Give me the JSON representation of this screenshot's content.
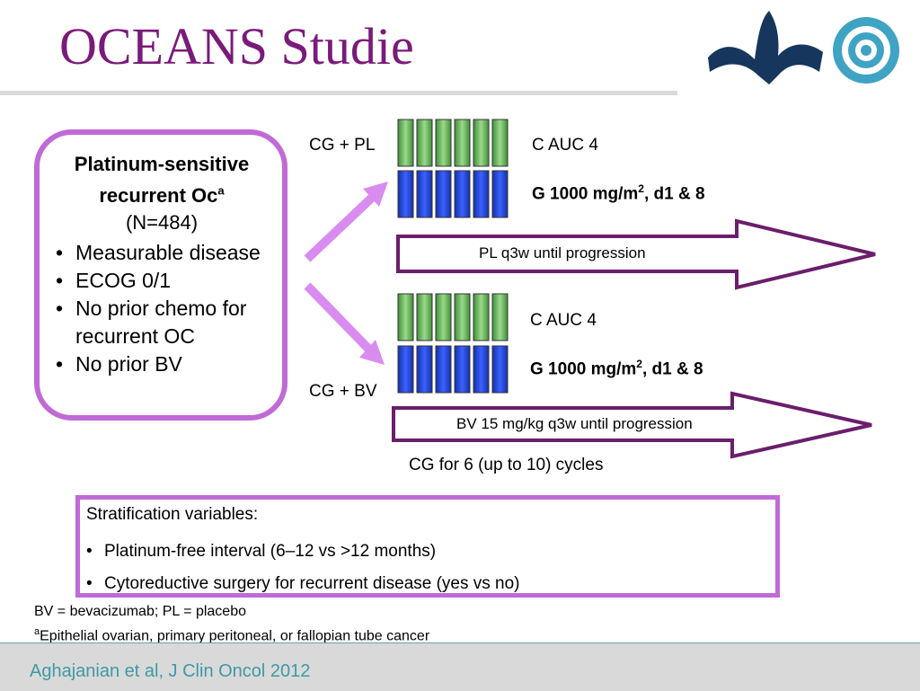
{
  "title": "OCEANS Studie",
  "criteria": {
    "heading_line1": "Platinum-sensitive",
    "heading_line2": "recurrent Oc",
    "heading_sup": "a",
    "n": "(N=484)",
    "items": [
      "Measurable disease",
      "ECOG 0/1",
      "No prior chemo for recurrent OC",
      "No prior BV"
    ]
  },
  "arm_pl": {
    "label": "CG + PL",
    "c_dose": "C AUC 4",
    "g_dose_prefix": "G 1000 mg/m",
    "g_dose_sup": "2",
    "g_dose_suffix": ", d1 & 8",
    "maintenance": "PL q3w until progression"
  },
  "arm_bv": {
    "label": "CG + BV",
    "c_dose": "C AUC 4",
    "g_dose_prefix": "G 1000 mg/m",
    "g_dose_sup": "2",
    "g_dose_suffix": ", d1 & 8",
    "maintenance": "BV 15 mg/kg q3w until progression"
  },
  "cycles_note": "CG for 6 (up to 10) cycles",
  "stratification": {
    "title": "Stratification variables:",
    "items": [
      "Platinum-free interval (6–12 vs >12 months)",
      "Cytoreductive surgery for recurrent disease (yes vs no)"
    ]
  },
  "footnotes": {
    "abbrev": "BV = bevacizumab; PL = placebo",
    "a_sup": "a",
    "a_text": "Epithelial ovarian, primary peritoneal, or fallopian tube cancer"
  },
  "citation": "Aghajanian et al, J Clin Oncol 2012",
  "colors": {
    "title": "#7a1a7a",
    "box_border": "#c06ad6",
    "arrow_border": "#6b1e6b",
    "green_block": "#6fbf5a",
    "blue_block": "#1f3fd6",
    "logo_navy": "#17365d",
    "logo_teal": "#3fa3c4",
    "footer_text": "#3d9aa5"
  }
}
